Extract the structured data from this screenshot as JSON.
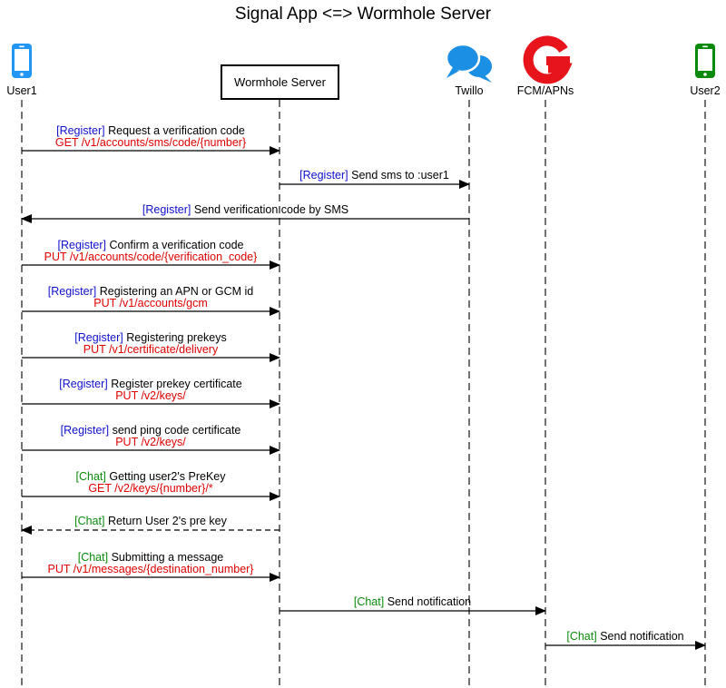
{
  "title": "Signal App  <=>  Wormhole Server",
  "participants": [
    {
      "id": "user1",
      "label": "User1",
      "icon": "phone-icon",
      "color": "#2196f3"
    },
    {
      "id": "server",
      "label": "Wormhole Server",
      "icon": "none",
      "color": "#000000"
    },
    {
      "id": "twillo",
      "label": "Twillo",
      "icon": "chat-bubbles-icon",
      "color": "#1a8fe3"
    },
    {
      "id": "fcm",
      "label": "FCM/APNs",
      "icon": "google-g-icon",
      "color": "#e8141b"
    },
    {
      "id": "user2",
      "label": "User2",
      "icon": "phone-icon",
      "color": "#0a8a0a"
    }
  ],
  "colors": {
    "register_tag": "#1010cc",
    "chat_tag": "#0a8a0a",
    "endpoint": "#e00000",
    "text": "#000000"
  },
  "messages": [
    {
      "from": "user1",
      "to": "server",
      "style": "solid",
      "tag": "[Register]",
      "tag_type": "register",
      "text": "Request a verification code",
      "endpoint": "GET /v1/accounts/sms/code/{number}"
    },
    {
      "from": "server",
      "to": "twillo",
      "style": "solid",
      "tag": "[Register]",
      "tag_type": "register",
      "text": "Send sms to :user1",
      "endpoint": ""
    },
    {
      "from": "twillo",
      "to": "user1",
      "style": "solid",
      "tag": "[Register]",
      "tag_type": "register",
      "text": "Send verification code by SMS",
      "endpoint": ""
    },
    {
      "from": "user1",
      "to": "server",
      "style": "solid",
      "tag": "[Register]",
      "tag_type": "register",
      "text": "Confirm a verification code",
      "endpoint": "PUT /v1/accounts/code/{verification_code}"
    },
    {
      "from": "user1",
      "to": "server",
      "style": "solid",
      "tag": "[Register]",
      "tag_type": "register",
      "text": "Registering an APN or GCM id",
      "endpoint": "PUT /v1/accounts/gcm"
    },
    {
      "from": "user1",
      "to": "server",
      "style": "solid",
      "tag": "[Register]",
      "tag_type": "register",
      "text": "Registering prekeys",
      "endpoint": "PUT /v1/certificate/delivery"
    },
    {
      "from": "user1",
      "to": "server",
      "style": "solid",
      "tag": "[Register]",
      "tag_type": "register",
      "text": "Register prekey certificate",
      "endpoint": "PUT /v2/keys/"
    },
    {
      "from": "user1",
      "to": "server",
      "style": "solid",
      "tag": "[Register]",
      "tag_type": "register",
      "text": "send ping code certificate",
      "endpoint": "PUT /v2/keys/"
    },
    {
      "from": "user1",
      "to": "server",
      "style": "solid",
      "tag": "[Chat]",
      "tag_type": "chat",
      "text": "Getting user2's PreKey",
      "endpoint": "GET  /v2/keys/{number}/*"
    },
    {
      "from": "server",
      "to": "user1",
      "style": "dashed",
      "tag": "[Chat]",
      "tag_type": "chat",
      "text": "Return User 2's pre key",
      "endpoint": ""
    },
    {
      "from": "user1",
      "to": "server",
      "style": "solid",
      "tag": "[Chat]",
      "tag_type": "chat",
      "text": "Submitting a message",
      "endpoint": "PUT  /v1/messages/{destination_number}"
    },
    {
      "from": "server",
      "to": "fcm",
      "style": "solid",
      "tag": "[Chat]",
      "tag_type": "chat",
      "text": "Send notification",
      "endpoint": ""
    },
    {
      "from": "fcm",
      "to": "user2",
      "style": "solid",
      "tag": "[Chat]",
      "tag_type": "chat",
      "text": "Send notification",
      "endpoint": ""
    }
  ]
}
